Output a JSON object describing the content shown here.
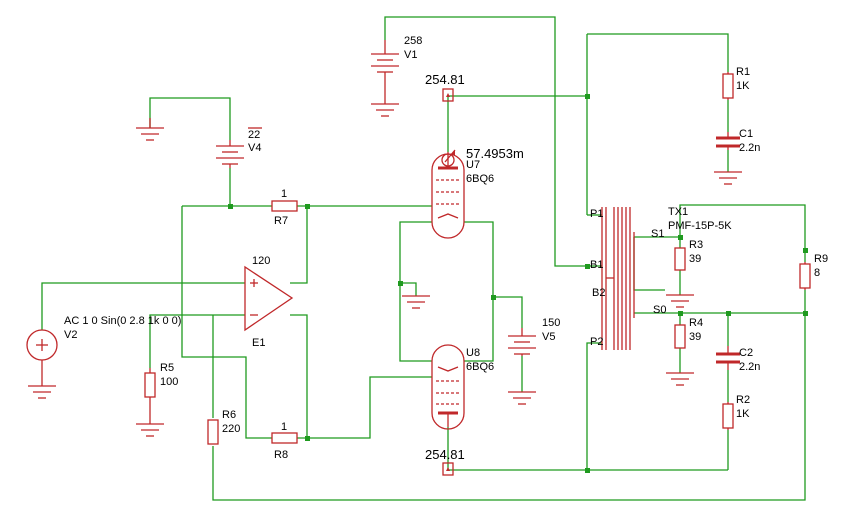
{
  "components": {
    "v1": {
      "name": "V1",
      "value": "258"
    },
    "v4": {
      "name": "V4",
      "value": "22"
    },
    "v2": {
      "name": "V2",
      "value": "AC 1 0 Sin(0 2.8 1k 0 0)"
    },
    "v5": {
      "name": "V5",
      "value": "150"
    },
    "e1": {
      "name": "E1",
      "value": "120"
    },
    "r7": {
      "name": "R7",
      "value": "1"
    },
    "r8": {
      "name": "R8",
      "value": "1"
    },
    "r5": {
      "name": "R5",
      "value": "100"
    },
    "r6": {
      "name": "R6",
      "value": "220"
    },
    "u7": {
      "name": "U7",
      "value": "6BQ6"
    },
    "u8": {
      "name": "U8",
      "value": "6BQ6"
    },
    "tx1": {
      "name": "TX1",
      "value": "PMF-15P-5K"
    },
    "r1": {
      "name": "R1",
      "value": "1K"
    },
    "c1": {
      "name": "C1",
      "value": "2.2n"
    },
    "r3": {
      "name": "R3",
      "value": "39"
    },
    "r4": {
      "name": "R4",
      "value": "39"
    },
    "c2": {
      "name": "C2",
      "value": "2.2n"
    },
    "r2": {
      "name": "R2",
      "value": "1K"
    },
    "r9": {
      "name": "R9",
      "value": "8"
    }
  },
  "pins": {
    "p1": "P1",
    "b1": "B1",
    "b2": "B2",
    "p2": "P2",
    "s1": "S1",
    "s0": "S0"
  },
  "probes": {
    "top_voltage": "254.81",
    "bottom_voltage": "254.81",
    "plate_current": "57.4953m"
  }
}
